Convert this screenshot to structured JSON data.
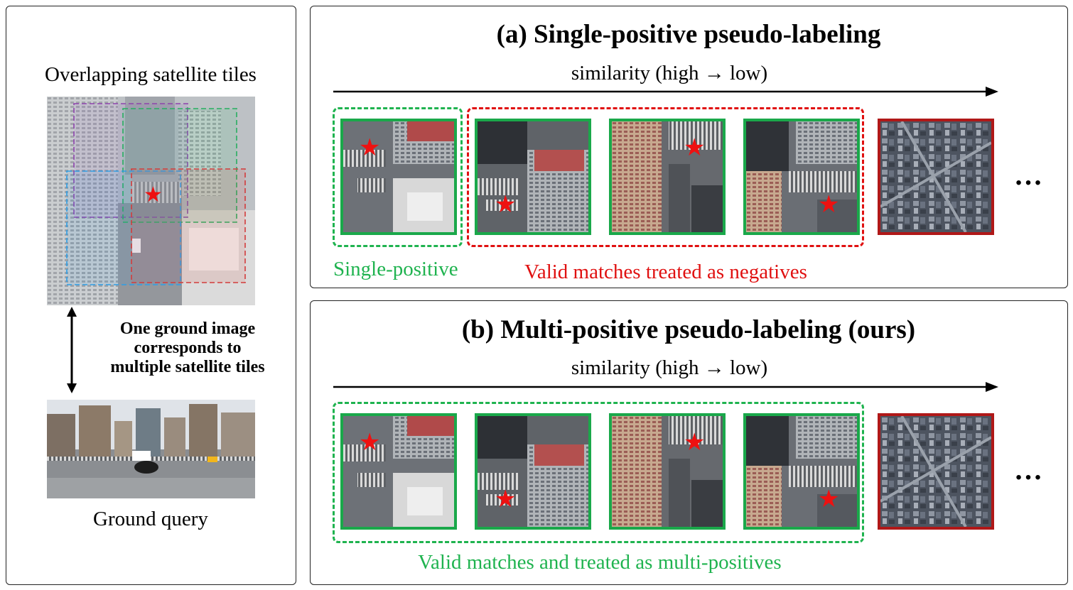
{
  "left_panel": {
    "title": "Overlapping satellite tiles",
    "relation_text_line1": "One ground image",
    "relation_text_line2": "corresponds to",
    "relation_text_line3": "multiple satellite tiles",
    "query_label": "Ground query"
  },
  "panel_a": {
    "title": "(a) Single-positive pseudo-labeling",
    "axis_label": "similarity (high → low)",
    "group_labels": {
      "single_positive": "Single-positive",
      "negatives": "Valid matches treated as negatives"
    },
    "ellipsis": "…"
  },
  "panel_b": {
    "title": "(b) Multi-positive pseudo-labeling (ours)",
    "axis_label": "similarity (high → low)",
    "group_label": "Valid matches and treated as multi-positives",
    "ellipsis": "…"
  },
  "colors": {
    "positive_green": "#1aa84a",
    "negative_red": "#e01010",
    "hard_negative_frame": "#b01818",
    "star": "#ee1111"
  },
  "icons": [
    "star-marker",
    "double-arrow-icon",
    "similarity-arrow-icon"
  ]
}
